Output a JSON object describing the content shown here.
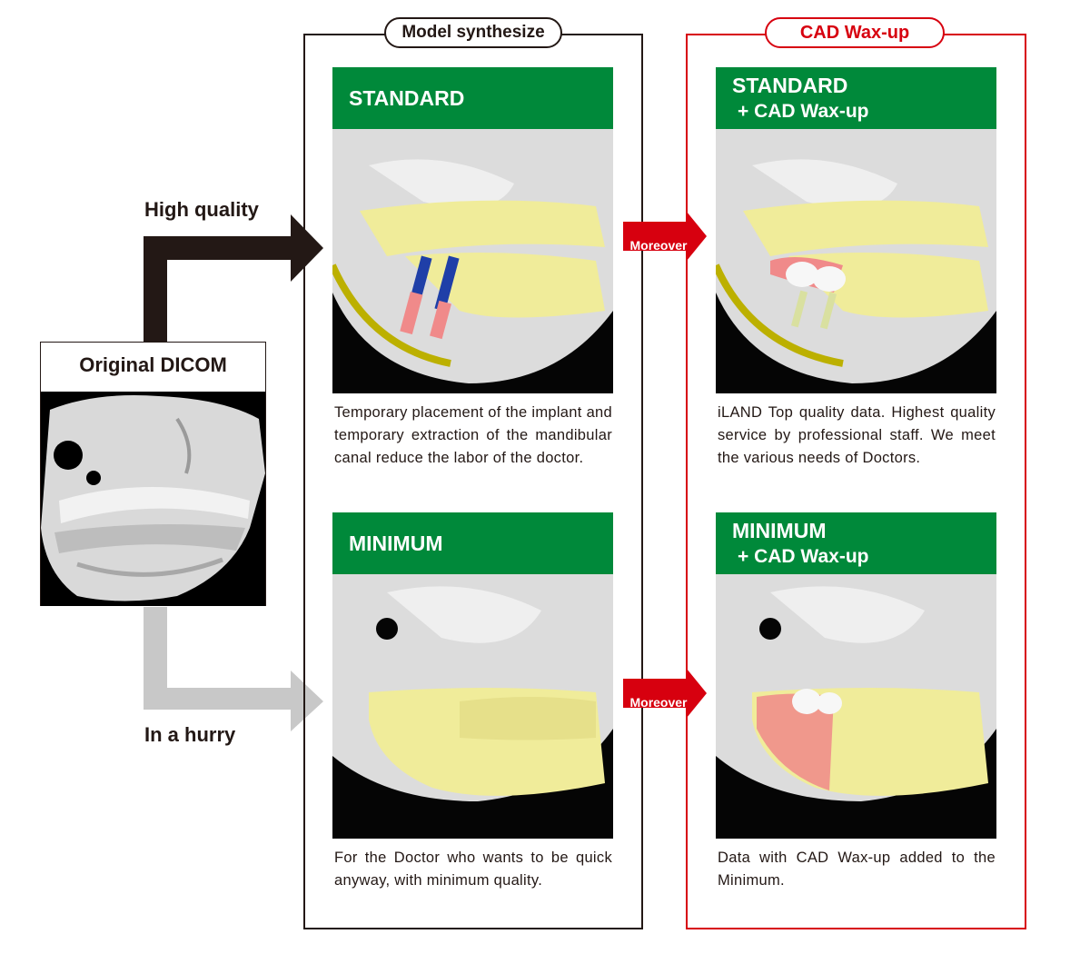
{
  "flow": {
    "source_label": "Original DICOM",
    "high_quality_label": "High quality",
    "in_a_hurry_label": "In a hurry",
    "moreover_label": "Moreover"
  },
  "columns": {
    "model_synthesize": "Model synthesize",
    "cad_waxup": "CAD Wax-up"
  },
  "cards": {
    "standard": {
      "title": "STANDARD",
      "description": "Temporary placement of the implant and temporary extraction of the mandibular canal reduce the labor of the doctor."
    },
    "minimum": {
      "title": "MINIMUM",
      "description": "For the Doctor who wants to be quick anyway, with minimum quality."
    },
    "standard_cad": {
      "title": "STANDARD",
      "subtitle": "+ CAD Wax-up",
      "description": "iLAND Top quality data. Highest quality service by professional staff. We meet the various needs of Doctors."
    },
    "minimum_cad": {
      "title": "MINIMUM",
      "subtitle": "+ CAD Wax-up",
      "description": "Data with CAD Wax-up added to the Minimum."
    }
  },
  "colors": {
    "header_green": "#00893a",
    "cad_red": "#d7000f",
    "high_quality_arrow": "#231815",
    "hurry_arrow": "#c8c8c8",
    "bone": "#d9d9d9",
    "model_yellow": "#f0ec9a",
    "implant_blue": "#1f3fa8",
    "implant_pink": "#f08a8a",
    "nerve_yellow": "#bcb000"
  }
}
